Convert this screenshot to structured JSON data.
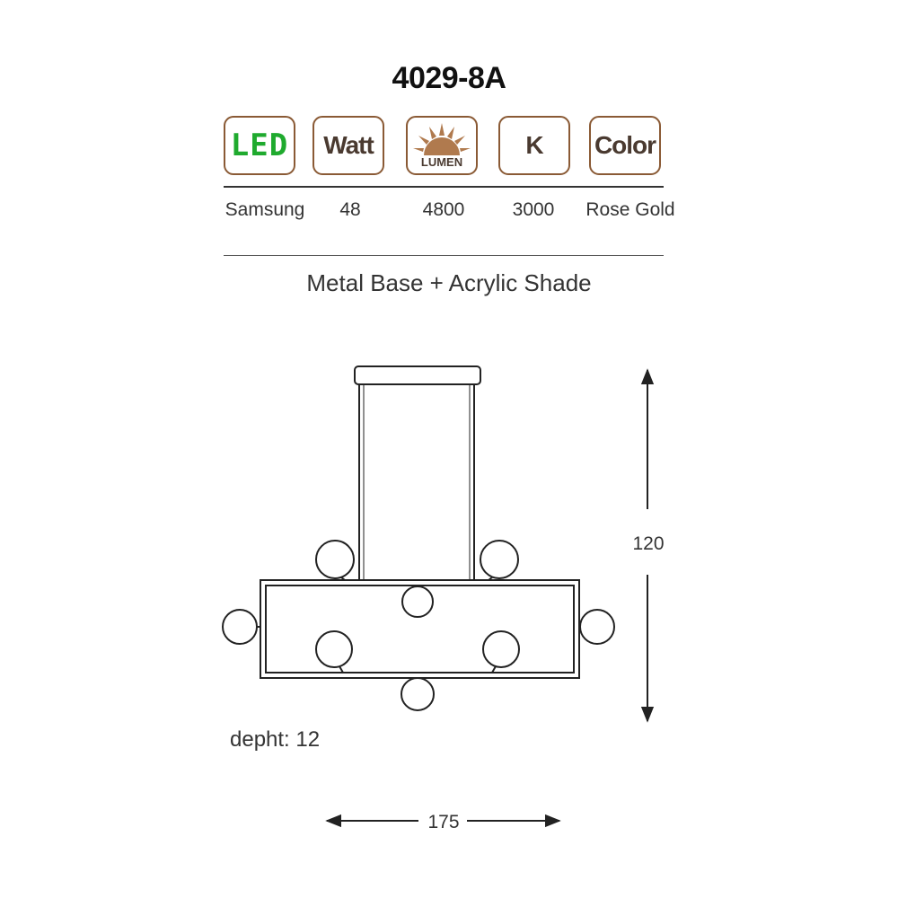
{
  "model": "4029-8A",
  "specs": [
    {
      "icon": "led-icon",
      "label": "LED",
      "value": "Samsung"
    },
    {
      "icon": "watt-icon",
      "label": "Watt",
      "value": "48"
    },
    {
      "icon": "lumen-icon",
      "label": "LUMEN",
      "value": "4800"
    },
    {
      "icon": "kelvin-icon",
      "label": "K",
      "value": "3000"
    },
    {
      "icon": "color-icon",
      "label": "Color",
      "value": "Rose Gold"
    }
  ],
  "material": "Metal Base + Acrylic Shade",
  "dimensions": {
    "height": "120",
    "width": "175",
    "depth": "depht: 12"
  },
  "colors": {
    "icon_border": "#8a5a35",
    "led_green": "#1faa2e",
    "lumen_sun": "#b07a4e",
    "line": "#222222"
  }
}
